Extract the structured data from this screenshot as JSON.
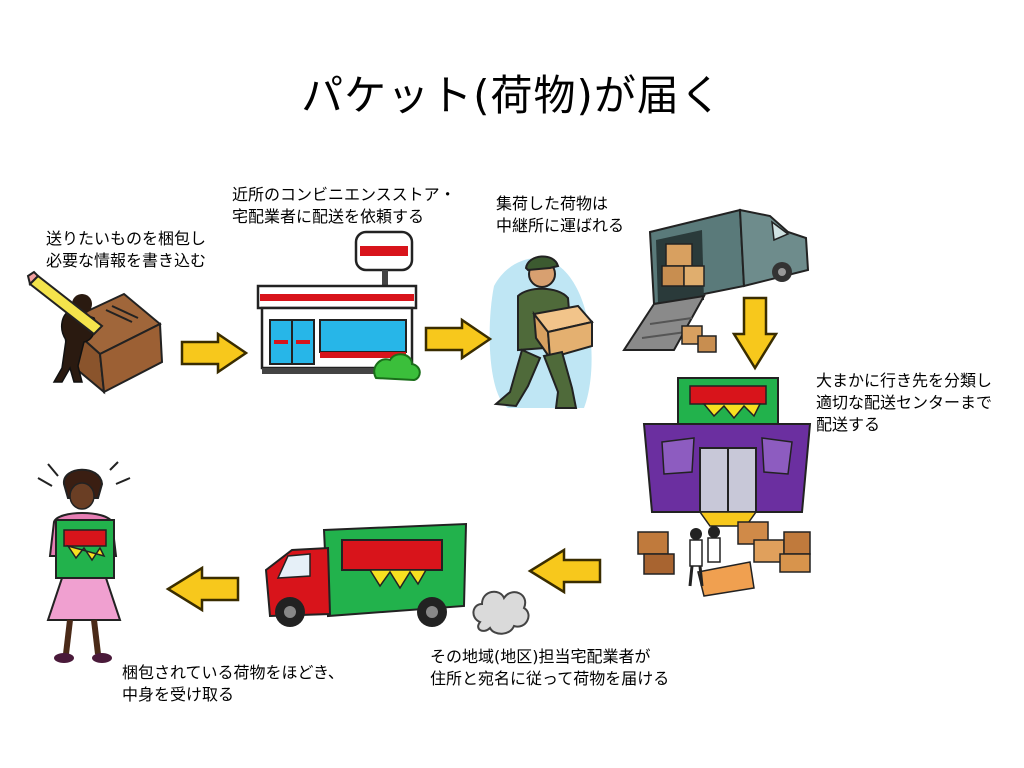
{
  "slide": {
    "title": "パケット(荷物)が届く"
  },
  "steps": [
    {
      "id": "pack",
      "lines": [
        "送りたいものを梱包し",
        "必要な情報を書き込む"
      ]
    },
    {
      "id": "store",
      "lines": [
        "近所のコンビニエンスストア・",
        "宅配業者に配送を依頼する"
      ]
    },
    {
      "id": "collect",
      "lines": [
        "集荷した荷物は",
        "中継所に運ばれる"
      ]
    },
    {
      "id": "sort",
      "lines": [
        "大まかに行き先を分類し",
        "適切な配送センターまで",
        "配送する"
      ]
    },
    {
      "id": "local-delivery",
      "lines": [
        "その地域(地区)担当宅配業者が",
        "住所と宛名に従って荷物を届ける"
      ]
    },
    {
      "id": "receive",
      "lines": [
        "梱包されている荷物をほどき、",
        "中身を受け取る"
      ]
    }
  ],
  "colors": {
    "arrow_fill": "#f7c81c",
    "arrow_stroke": "#3a2d00",
    "store_red": "#d8141b",
    "store_window": "#27b6e8",
    "truck_green": "#22b24c",
    "truck_red": "#d8141b",
    "center_purple": "#6b2fa0",
    "box_brown": "#b87838"
  },
  "icons": [
    "pencil-icon",
    "package-icon",
    "convenience-store-icon",
    "courier-carrying-box-icon",
    "moving-truck-icon",
    "distribution-center-icon",
    "delivery-truck-icon",
    "exhaust-cloud-icon",
    "excited-receiver-icon",
    "flow-arrow-icon"
  ]
}
